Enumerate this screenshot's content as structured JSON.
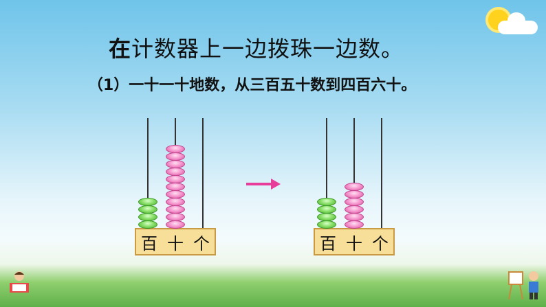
{
  "title": {
    "first_char": "在",
    "rest": "计数器上一边拨珠一边数。"
  },
  "subtitle": "（1）一十一十地数，从三百五十数到四百六十。",
  "abacus_left": {
    "labels": [
      "百",
      "十",
      "个"
    ],
    "hundreds": 4,
    "tens": 11,
    "ones": 0
  },
  "abacus_right": {
    "labels": [
      "百",
      "十",
      "个"
    ],
    "hundreds": 4,
    "tens": 6,
    "ones": 0
  },
  "colors": {
    "hundreds_bead": "#4cae32",
    "tens_bead": "#d9529e",
    "arrow": "#e83c9a"
  }
}
